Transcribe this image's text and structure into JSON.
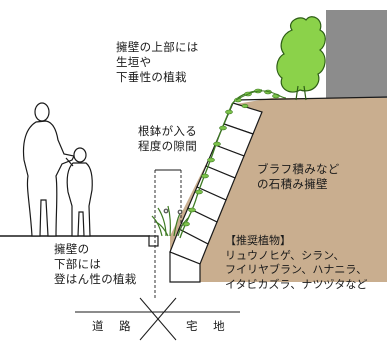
{
  "colors": {
    "ground": "#c9ae8f",
    "building": "#8c8c8c",
    "hedge": "#8bd24a",
    "vine": "#5ca23a",
    "stone_outline": "#1a1a1a"
  },
  "labels": {
    "top_wall_note": [
      "擁壁の上部には",
      "生垣や",
      "下垂性の植栽"
    ],
    "root_gap_note": [
      "根鉢が入る",
      "程度の隙間"
    ],
    "stone_wall_note": [
      "ブラフ積みなど",
      "の石積み擁壁"
    ],
    "lower_wall_note": [
      "擁壁の",
      "下部には",
      "登はん性の植栽"
    ],
    "recommended_plants": [
      "【推奨植物】",
      "リュウノヒゲ、シラン、",
      "フイリヤブラン、ハナニラ、",
      "イタビカズラ、ナツヅタなど"
    ],
    "road": "道 路",
    "residential_land": "宅 地"
  },
  "icons": [
    "adult-silhouette-icon",
    "child-silhouette-icon",
    "hedge-shrub-icon",
    "vine-icon",
    "grass-clump-icon"
  ]
}
